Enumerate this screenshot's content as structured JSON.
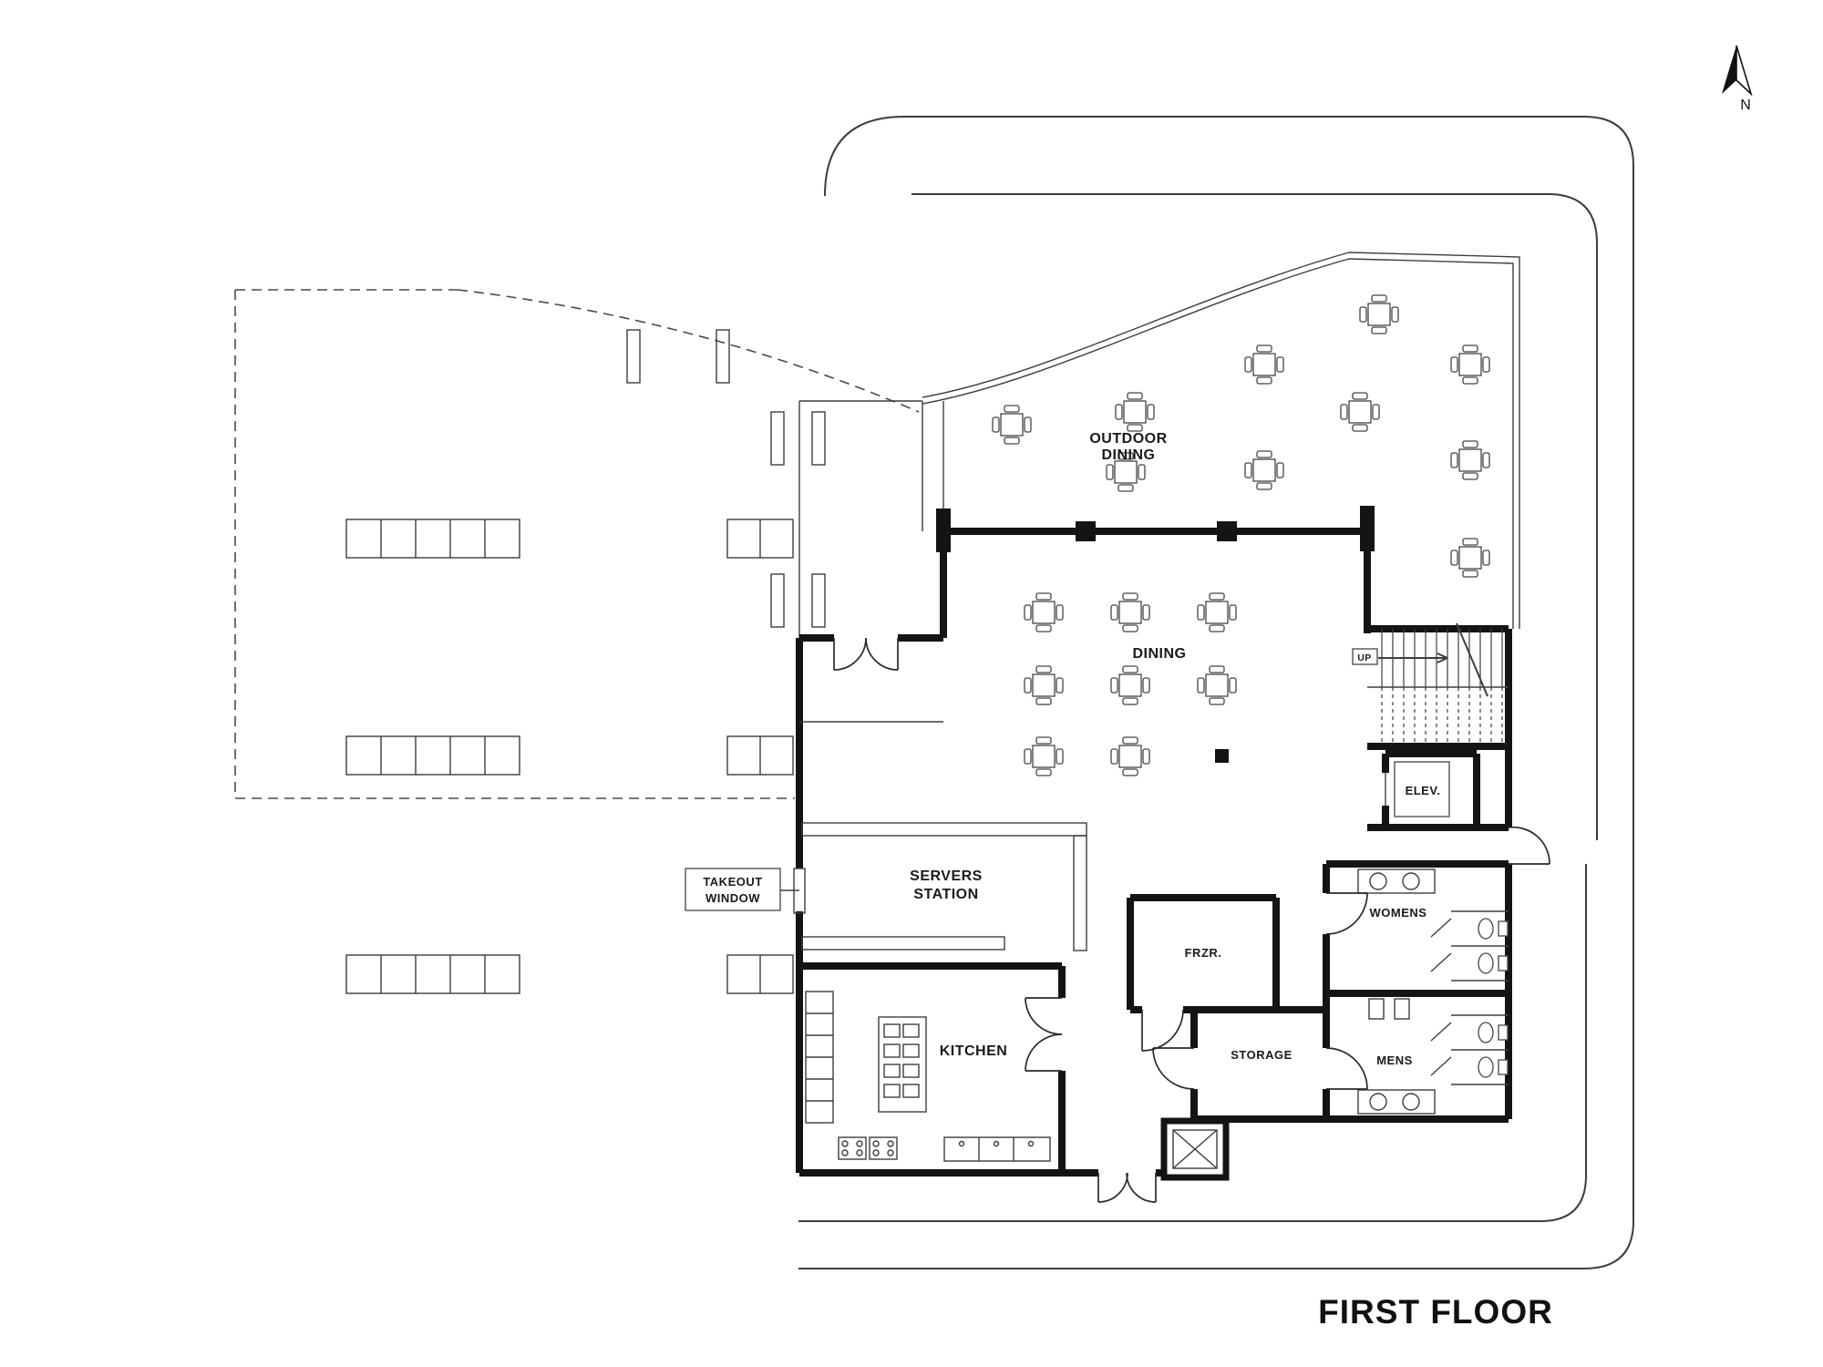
{
  "drawing": {
    "title": "FIRST FLOOR",
    "compass_label": "N"
  },
  "rooms": {
    "outdoor_dining": {
      "line1": "OUTDOOR",
      "line2": "DINING"
    },
    "dining": {
      "label": "DINING"
    },
    "servers_station": {
      "line1": "SERVERS",
      "line2": "STATION"
    },
    "kitchen": {
      "label": "KITCHEN"
    },
    "freezer": {
      "label": "FRZR."
    },
    "storage": {
      "label": "STORAGE"
    },
    "womens_restroom": {
      "label": "WOMENS"
    },
    "mens_restroom": {
      "label": "MENS"
    },
    "elevator": {
      "label": "ELEV."
    },
    "stair": {
      "label": "UP"
    }
  },
  "annotations": {
    "takeout_window": {
      "line1": "TAKEOUT",
      "line2": "WINDOW"
    }
  },
  "colors": {
    "wall": "#141414",
    "line": "#3d3d3d",
    "background": "#ffffff"
  }
}
